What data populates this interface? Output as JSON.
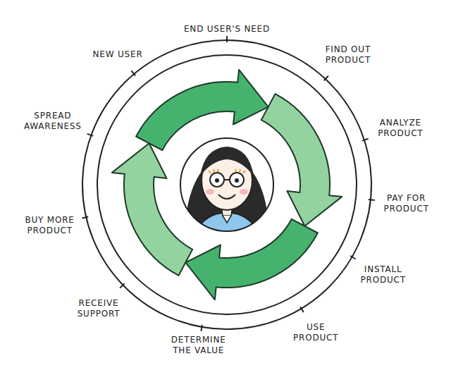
{
  "diagram": {
    "labels": [
      "END USER'S NEED",
      "FIND OUT PRODUCT",
      "ANALYZE PRODUCT",
      "PAY FOR PRODUCT",
      "INSTALL PRODUCT",
      "USE PRODUCT",
      "DETERMINE THE VALUE",
      "RECEIVE SUPPORT",
      "BUY MORE PRODUCT",
      "SPREAD AWARENESS",
      "NEW USER"
    ]
  }
}
